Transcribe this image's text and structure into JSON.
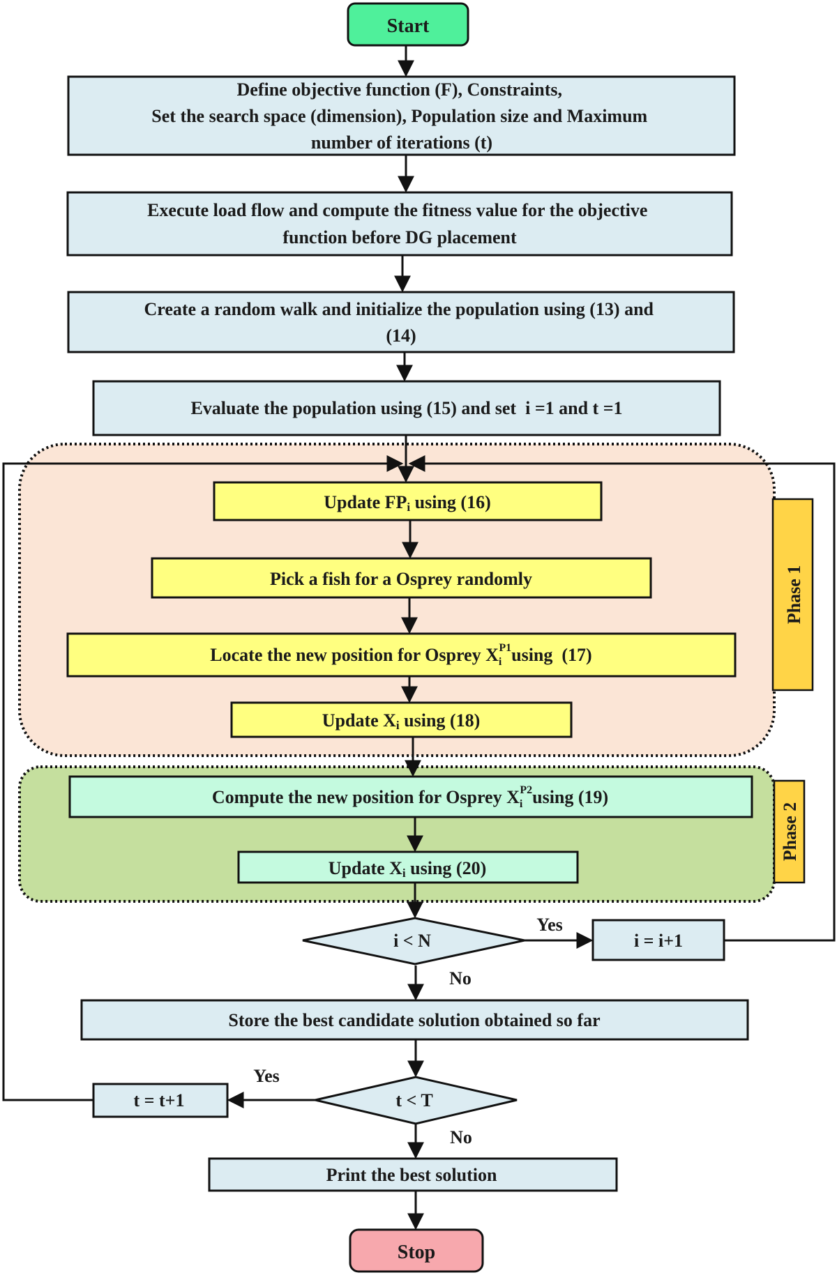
{
  "start": "Start",
  "stop": "Stop",
  "steps": {
    "define": [
      "Define objective function (F), Constraints,",
      "Set the search space (dimension), Population size and Maximum",
      "number of iterations (t)"
    ],
    "load_flow": [
      "Execute load flow and compute the fitness value for the objective",
      "function before DG placement"
    ],
    "random_walk": [
      "Create a random walk and initialize the population using (13) and",
      "(14)"
    ],
    "evaluate": "Evaluate the population using (15) and set  i =1 and t =1",
    "update_fp": {
      "pre": "Update FP",
      "sub": "i",
      "post": " using (16)"
    },
    "pick_fish": "Pick a fish for a Osprey randomly",
    "locate": {
      "pre": "Locate the new position for Osprey X",
      "sub": "i",
      "sup": "P1",
      "post": "using  (17)"
    },
    "update_xi_18": {
      "pre": "Update X",
      "sub": "i",
      "post": " using (18)"
    },
    "compute": {
      "pre": "Compute the new position for Osprey X",
      "sub": "i",
      "sup": "P2",
      "post": "using (19)"
    },
    "update_xi_20": {
      "pre": "Update X",
      "sub": "i",
      "post": " using (20)"
    },
    "store": "Store the best candidate solution obtained so far",
    "print": "Print the best solution",
    "inc_i": "i = i+1",
    "inc_t": "t = t+1"
  },
  "decisions": {
    "i_check": "i < N",
    "t_check": "t < T",
    "yes": "Yes",
    "no": "No"
  },
  "phases": {
    "phase1": "Phase 1",
    "phase2": "Phase 2"
  },
  "colors": {
    "start_fill": "#4ff09b",
    "stop_fill": "#f7a8ad",
    "step_fill": "#dcecf2",
    "phase1_bg": "#fbe5d6",
    "phase2_bg": "#c5df9e",
    "phase_tab": "#ffd447",
    "yellow_box": "#ffff80",
    "mint_box": "#c4fadf"
  }
}
